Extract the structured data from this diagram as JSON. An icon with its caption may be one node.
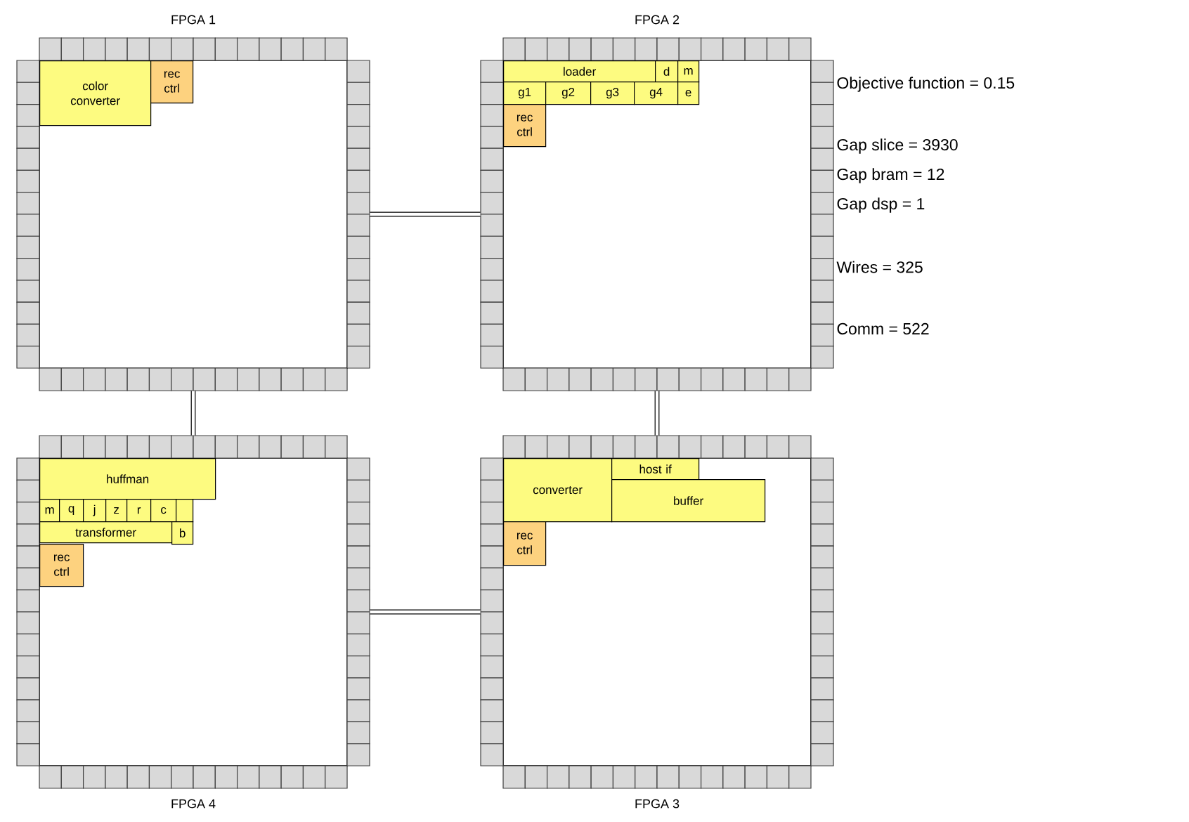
{
  "diagram": {
    "nodes": [
      {
        "text": [
          "FPGA 1"
        ]
      },
      {
        "text": [
          "color converter"
        ],
        "in": 0
      },
      {
        "text": [
          "rec ctrl"
        ],
        "in": 0
      },
      {
        "text": [
          "FPGA 2"
        ]
      },
      {
        "text": [
          "loader"
        ],
        "in": 3
      },
      {
        "text": [
          "d"
        ],
        "in": 3
      },
      {
        "text": [
          "m"
        ],
        "in": 3
      },
      {
        "text": [
          "g1"
        ],
        "in": 3
      },
      {
        "text": [
          "g2"
        ],
        "in": 3
      },
      {
        "text": [
          "g3"
        ],
        "in": 3
      },
      {
        "text": [
          "g4"
        ],
        "in": 3
      },
      {
        "text": [
          "e"
        ],
        "in": 3
      },
      {
        "text": [
          "rec ctrl"
        ],
        "in": 3
      },
      {
        "text": [
          "FPGA 4"
        ]
      },
      {
        "text": [
          "huffman"
        ],
        "in": 13
      },
      {
        "text": [
          "m"
        ],
        "in": 13
      },
      {
        "text": [
          "q"
        ],
        "in": 13
      },
      {
        "text": [
          "j"
        ],
        "in": 13
      },
      {
        "text": [
          "z"
        ],
        "in": 13
      },
      {
        "text": [
          "r"
        ],
        "in": 13
      },
      {
        "text": [
          "c"
        ],
        "in": 13
      },
      {
        "text": [],
        "shape": "box",
        "in": 13
      },
      {
        "text": [
          "transformer"
        ],
        "in": 13
      },
      {
        "text": [
          "b"
        ],
        "in": 13
      },
      {
        "text": [
          "rec ctrl"
        ],
        "in": 13
      },
      {
        "text": [
          "FPGA 3"
        ]
      },
      {
        "text": [
          "converter"
        ],
        "in": 25
      },
      {
        "text": [
          "host if"
        ],
        "in": 25
      },
      {
        "text": [
          "buffer"
        ],
        "in": 25
      },
      {
        "text": [
          "rec ctrl"
        ],
        "in": 25
      }
    ],
    "edges": [
      {
        "from": 0,
        "to": 3,
        "arrow": "none"
      },
      {
        "from": 0,
        "to": 13,
        "arrow": "none"
      },
      {
        "from": 3,
        "to": 25,
        "arrow": "none"
      },
      {
        "from": 13,
        "to": 25,
        "arrow": "none"
      }
    ],
    "labels": [
      "Objective function = 0.15",
      "Gap slice = 3930",
      "Gap bram = 12",
      "Gap dsp = 1",
      "Wires = 325",
      "Comm = 522"
    ]
  }
}
